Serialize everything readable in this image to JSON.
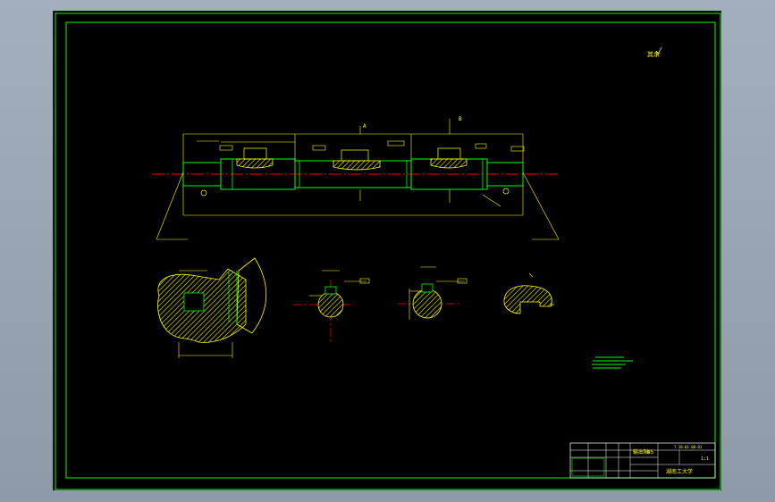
{
  "colors": {
    "background": "#000000",
    "viewport": "#9aa7b5",
    "frame": "#00ff00",
    "outline": "#00ff00",
    "dimension": "#ffff00",
    "centerline": "#ff0000",
    "hatch": "#ffff00",
    "notes": "#00ff00"
  },
  "annotations": {
    "roughness_top_right": "其余",
    "section_a": "A",
    "section_b": "B"
  },
  "title_block": {
    "part_name": "输出轴",
    "material": "45",
    "drawing_no": "T 20-01-00-01",
    "scale": "1:1",
    "school": "湖南工大学"
  },
  "icons": {
    "roughness": "roughness-symbol-icon",
    "datum": "datum-circle-icon"
  }
}
